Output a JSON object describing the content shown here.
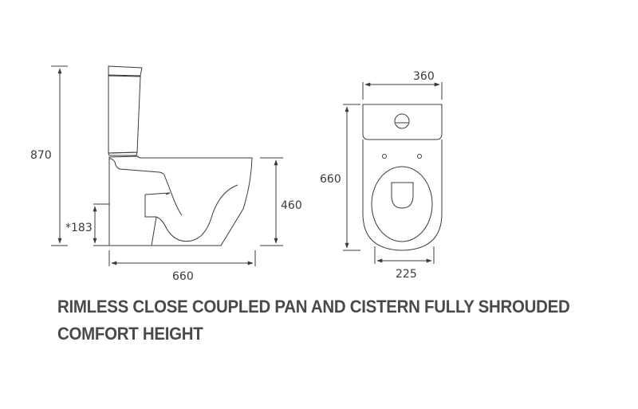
{
  "diagram": {
    "side_view": {
      "overall_height": "870",
      "inlet_height": "*183",
      "seat_height": "460",
      "depth": "660"
    },
    "top_view": {
      "width": "360",
      "length": "660",
      "bowl_width": "225"
    }
  },
  "title": {
    "line1": "RIMLESS CLOSE COUPLED PAN AND CISTERN FULLY SHROUDED",
    "line2": "COMFORT HEIGHT"
  },
  "colors": {
    "line": "#3a3a3a",
    "text": "#4a4a4c",
    "background": "#ffffff"
  }
}
